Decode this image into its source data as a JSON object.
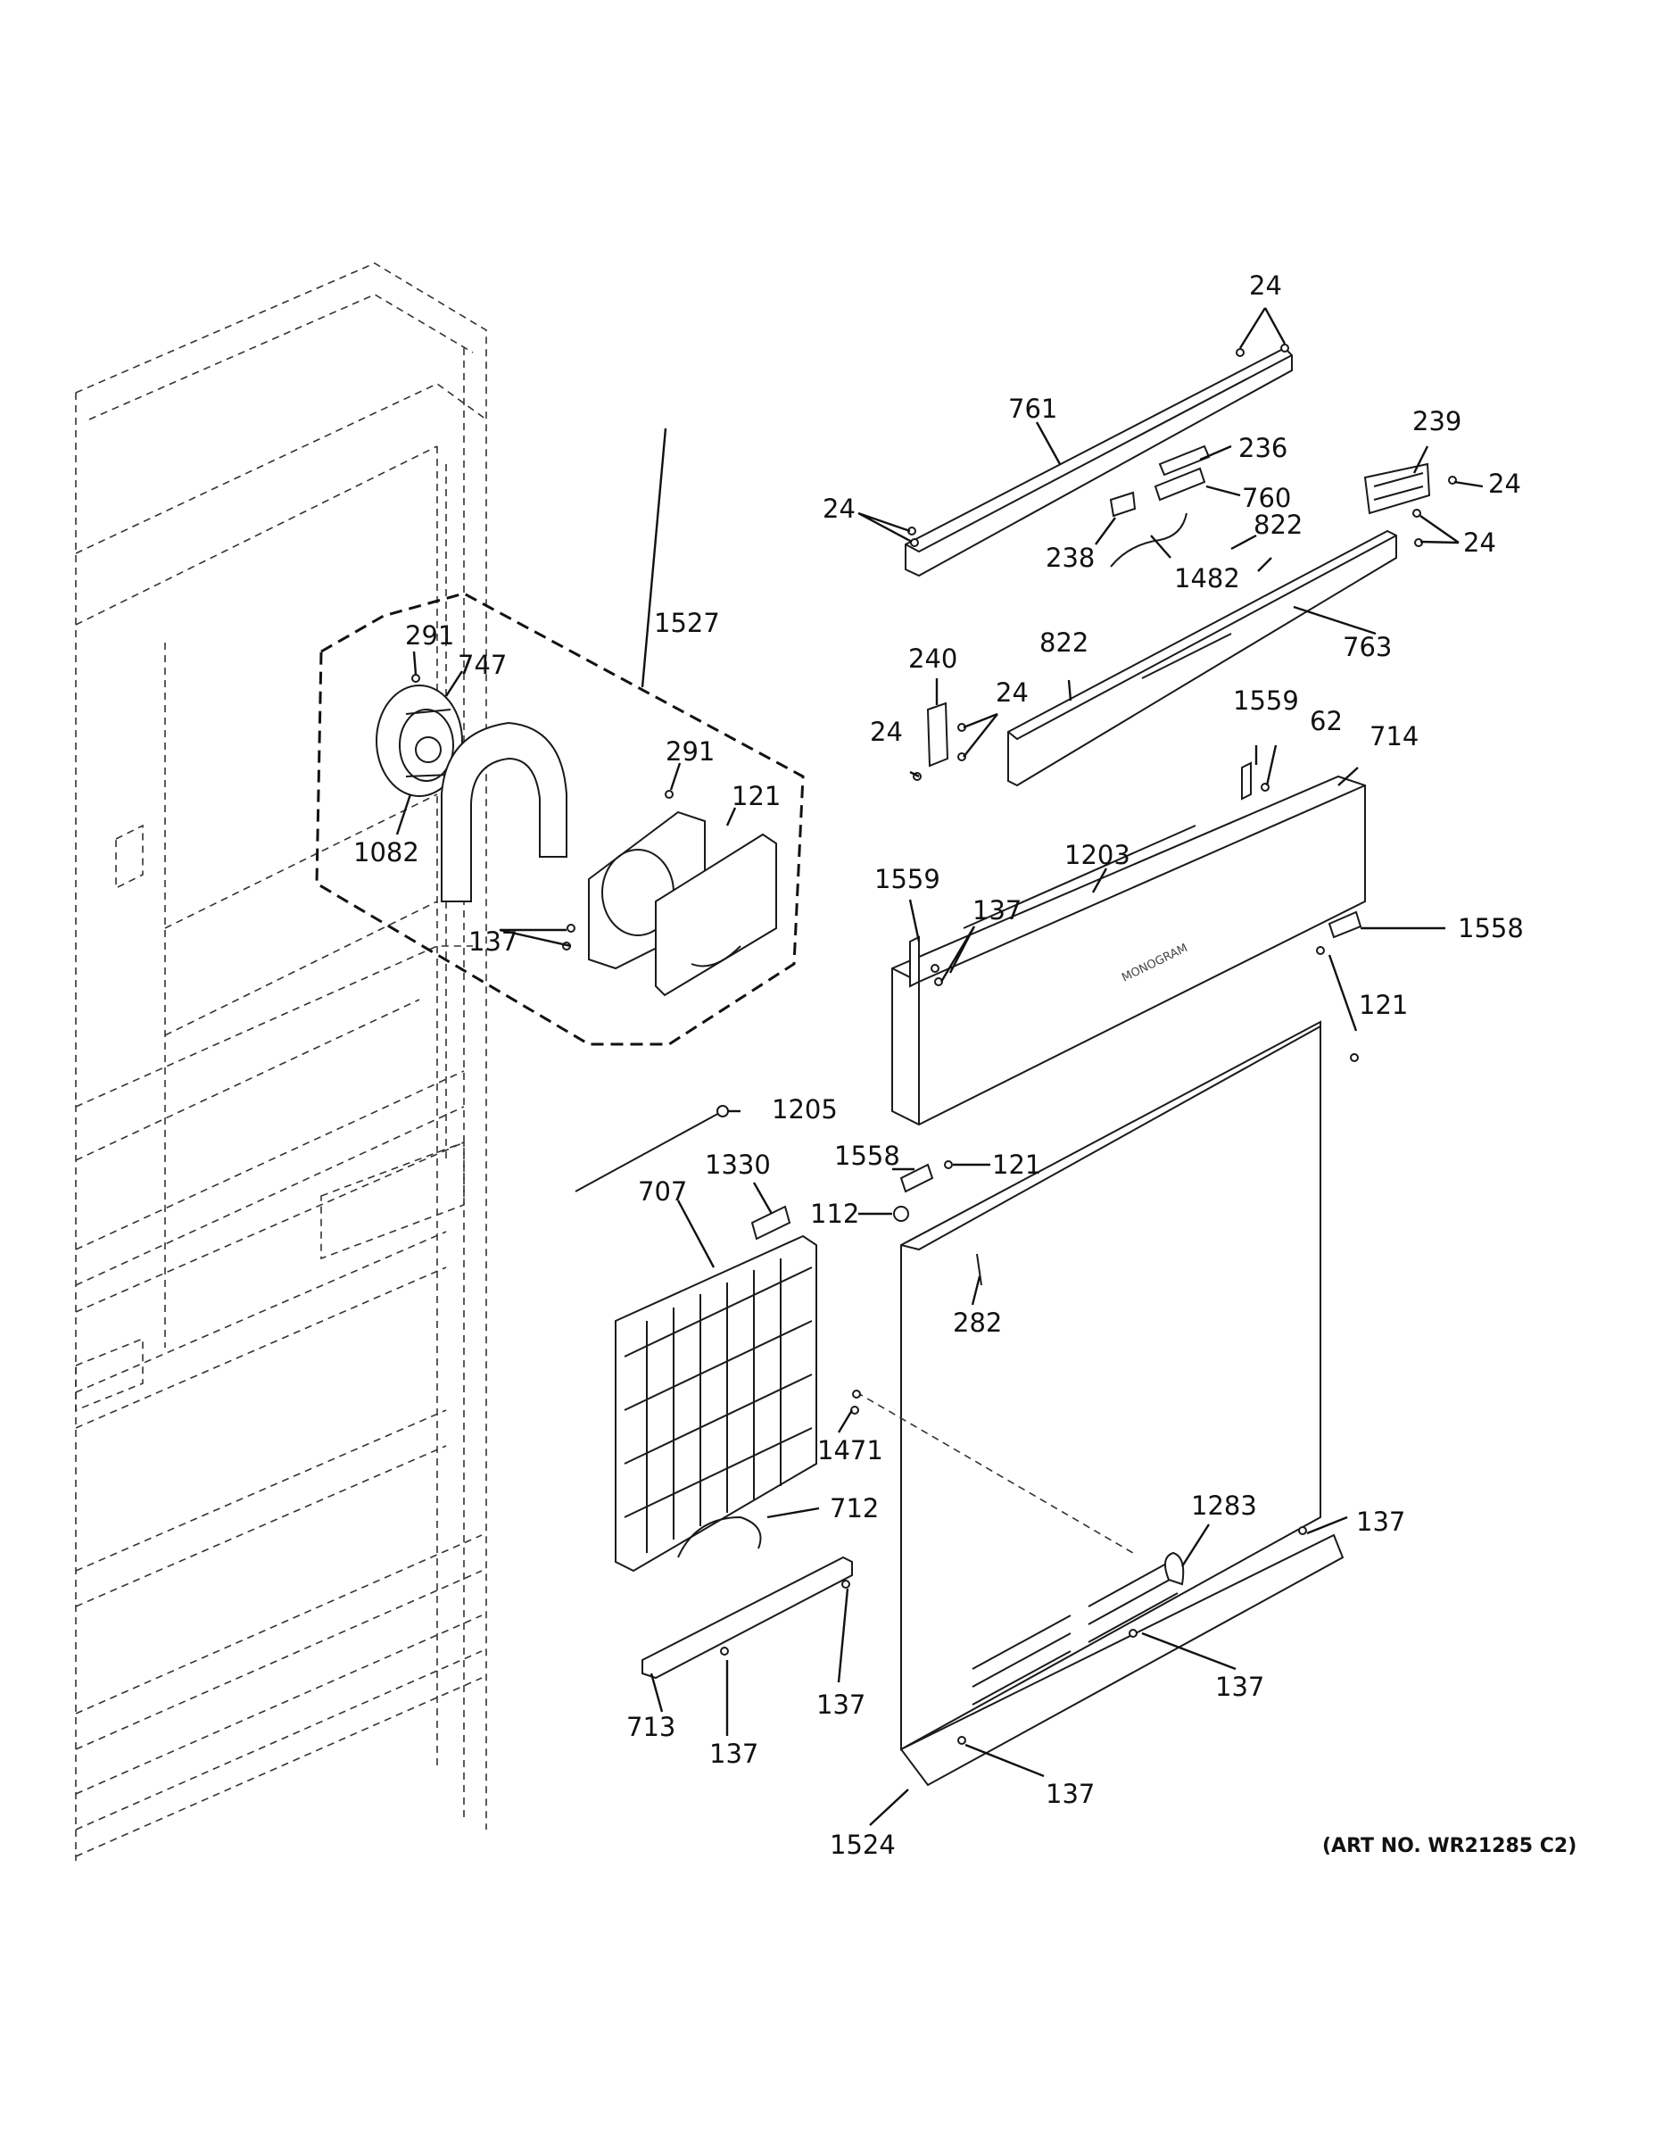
{
  "labels": {
    "l24_top": "24",
    "l761": "761",
    "l236": "236",
    "l239": "239",
    "l24_r1": "24",
    "l24_left": "24",
    "l760": "760",
    "l822_a": "822",
    "l24_r2": "24",
    "l238": "238",
    "l1482": "1482",
    "l763": "763",
    "l1527": "1527",
    "l291_a": "291",
    "l747": "747",
    "l240": "240",
    "l822_b": "822",
    "l24_b1": "24",
    "l24_b2": "24",
    "l1559_a": "1559",
    "l62": "62",
    "l714": "714",
    "l291_b": "291",
    "l121_a": "121",
    "l1082": "1082",
    "l1203": "1203",
    "l1559_b": "1559",
    "l137_a": "137",
    "l1558_a": "1558",
    "l137_fan": "137",
    "l121_b": "121",
    "l1205": "1205",
    "l1330": "1330",
    "l1558_b": "1558",
    "l121_c": "121",
    "l707": "707",
    "l112": "112",
    "l282": "282",
    "l1471": "1471",
    "l712": "712",
    "l1283": "1283",
    "l137_b": "137",
    "l137_c": "137",
    "l137_d": "137",
    "l713": "713",
    "l137_e": "137",
    "l137_f": "137",
    "l1524": "1524"
  },
  "panel_mark": "MONOGRAM",
  "art_number": "(ART NO. WR21285 C2)"
}
